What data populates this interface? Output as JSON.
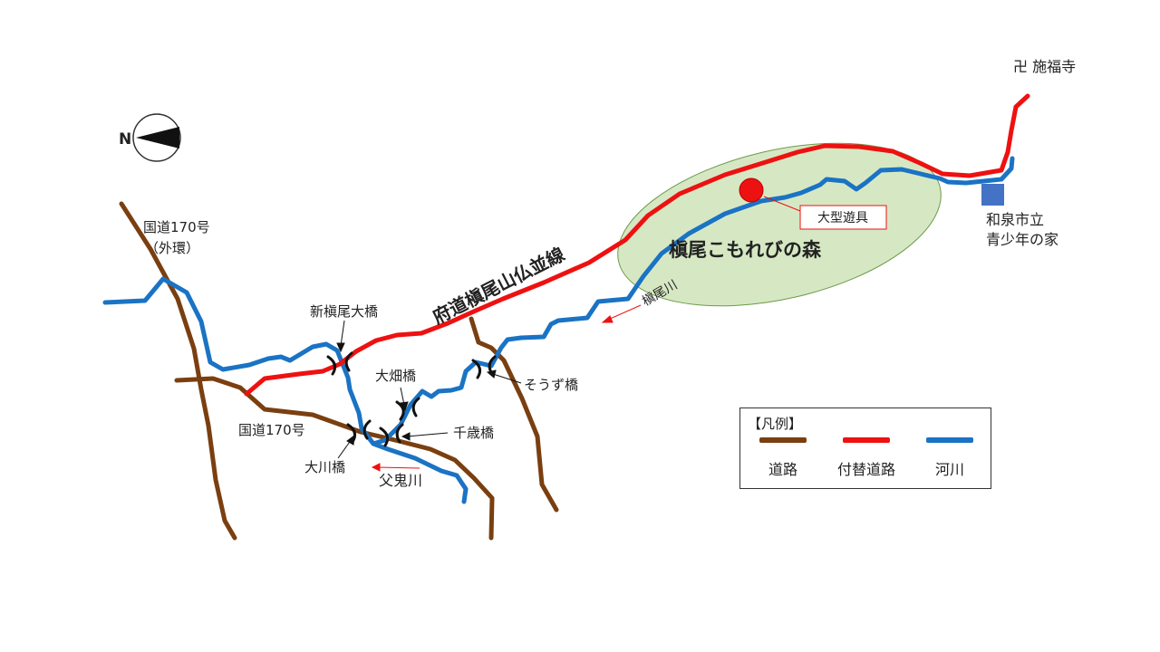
{
  "compass": {
    "north_label": "N"
  },
  "labels": {
    "temple": "卍 施福寺",
    "youth_house_1": "和泉市立",
    "youth_house_2": "青少年の家",
    "forest": "槇尾こもれびの森",
    "playground": "大型遊具",
    "prefectural_road": "府道槇尾山仏並線",
    "makio_river": "槇尾川",
    "national_road_outer_1": "国道170号",
    "national_road_outer_2": "（外環）",
    "national_road": "国道170号",
    "shin_makio_bridge": "新槇尾大橋",
    "ohata_bridge": "大畑橋",
    "souzu_bridge": "そうず橋",
    "chitose_bridge": "千歳橋",
    "okawa_bridge": "大川橋",
    "chichioni_river": "父鬼川"
  },
  "legend": {
    "title": "【凡例】",
    "items": [
      {
        "label": "道路",
        "color": "#7a3f10"
      },
      {
        "label": "付替道路",
        "color": "#ee1111"
      },
      {
        "label": "河川",
        "color": "#1a73c4"
      }
    ]
  },
  "colors": {
    "road": "#7a3f10",
    "replacement_road": "#ee1111",
    "river": "#1a73c4",
    "forest_fill": "#d6e8c3",
    "forest_stroke": "#6e9a4a",
    "playground_marker": "#ee1111",
    "youth_house_marker": "#4472c4"
  }
}
